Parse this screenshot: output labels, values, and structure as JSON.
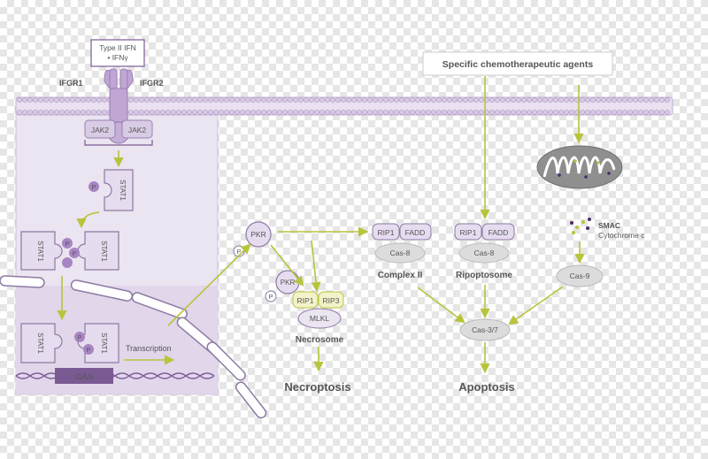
{
  "ligand": {
    "line1": "Type II IFN",
    "line2": "• IFNγ"
  },
  "receptors": {
    "left": "IFGR1",
    "right": "IFGR2"
  },
  "jak": [
    "JAK2",
    "JAK2"
  ],
  "stat1": "STAT1",
  "phospho": "P",
  "gas": "GAS",
  "transcription": "Transcription",
  "pkr": "PKR",
  "rip1": "RIP1",
  "rip3": "RIP3",
  "mlkl": "MLKL",
  "fadd": "FADD",
  "cas8": "Cas-8",
  "cas9": "Cas-9",
  "cas37": "Cas-3/7",
  "complex2": "Complex II",
  "ripoptosome": "Ripoptosome",
  "necrosome": "Necrosome",
  "necroptosis": "Necroptosis",
  "apoptosis": "Apoptosis",
  "chemo": "Specific chemotherapeutic agents",
  "smac": "SMAC",
  "cytochrome": "Cytochrome c",
  "colors": {
    "purple": "#7b5a94",
    "lilac": "#e6dcef",
    "arrow": "#b8c43c",
    "grey": "#cfcfcf",
    "text": "#555555"
  }
}
